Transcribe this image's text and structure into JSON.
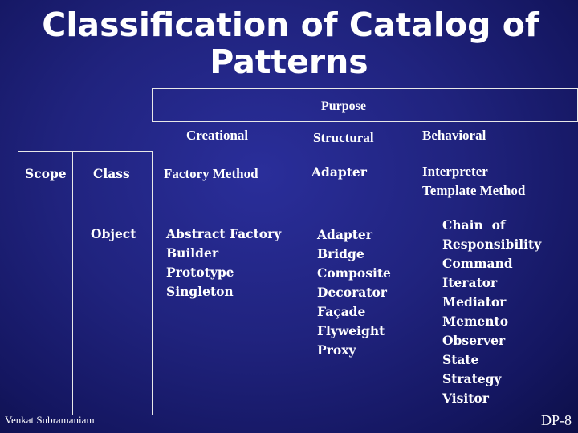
{
  "slide": {
    "title_line1": "Classification of Catalog of",
    "title_line2": "Patterns"
  },
  "table": {
    "purpose_header": "Purpose",
    "scope_header": "Scope",
    "purpose_columns": [
      "Creational",
      "Structural",
      "Behavioral"
    ],
    "rows": [
      {
        "scope": "Class",
        "creational": [
          "Factory Method"
        ],
        "structural": [
          "Adapter"
        ],
        "behavioral": [
          "Interpreter",
          "Template Method"
        ]
      },
      {
        "scope": "Object",
        "creational": [
          "Abstract Factory",
          "Builder",
          "Prototype",
          "Singleton"
        ],
        "structural": [
          "Adapter",
          "Bridge",
          "Composite",
          "Decorator",
          "Façade",
          "Flyweight",
          "Proxy"
        ],
        "behavioral": [
          "Chain  of",
          "Responsibility",
          "Command",
          "Iterator",
          "Mediator",
          "Memento",
          "Observer",
          "State",
          "Strategy",
          "Visitor"
        ]
      }
    ]
  },
  "footer": {
    "author": "Venkat Subramaniam",
    "slide_number": "DP-8"
  }
}
